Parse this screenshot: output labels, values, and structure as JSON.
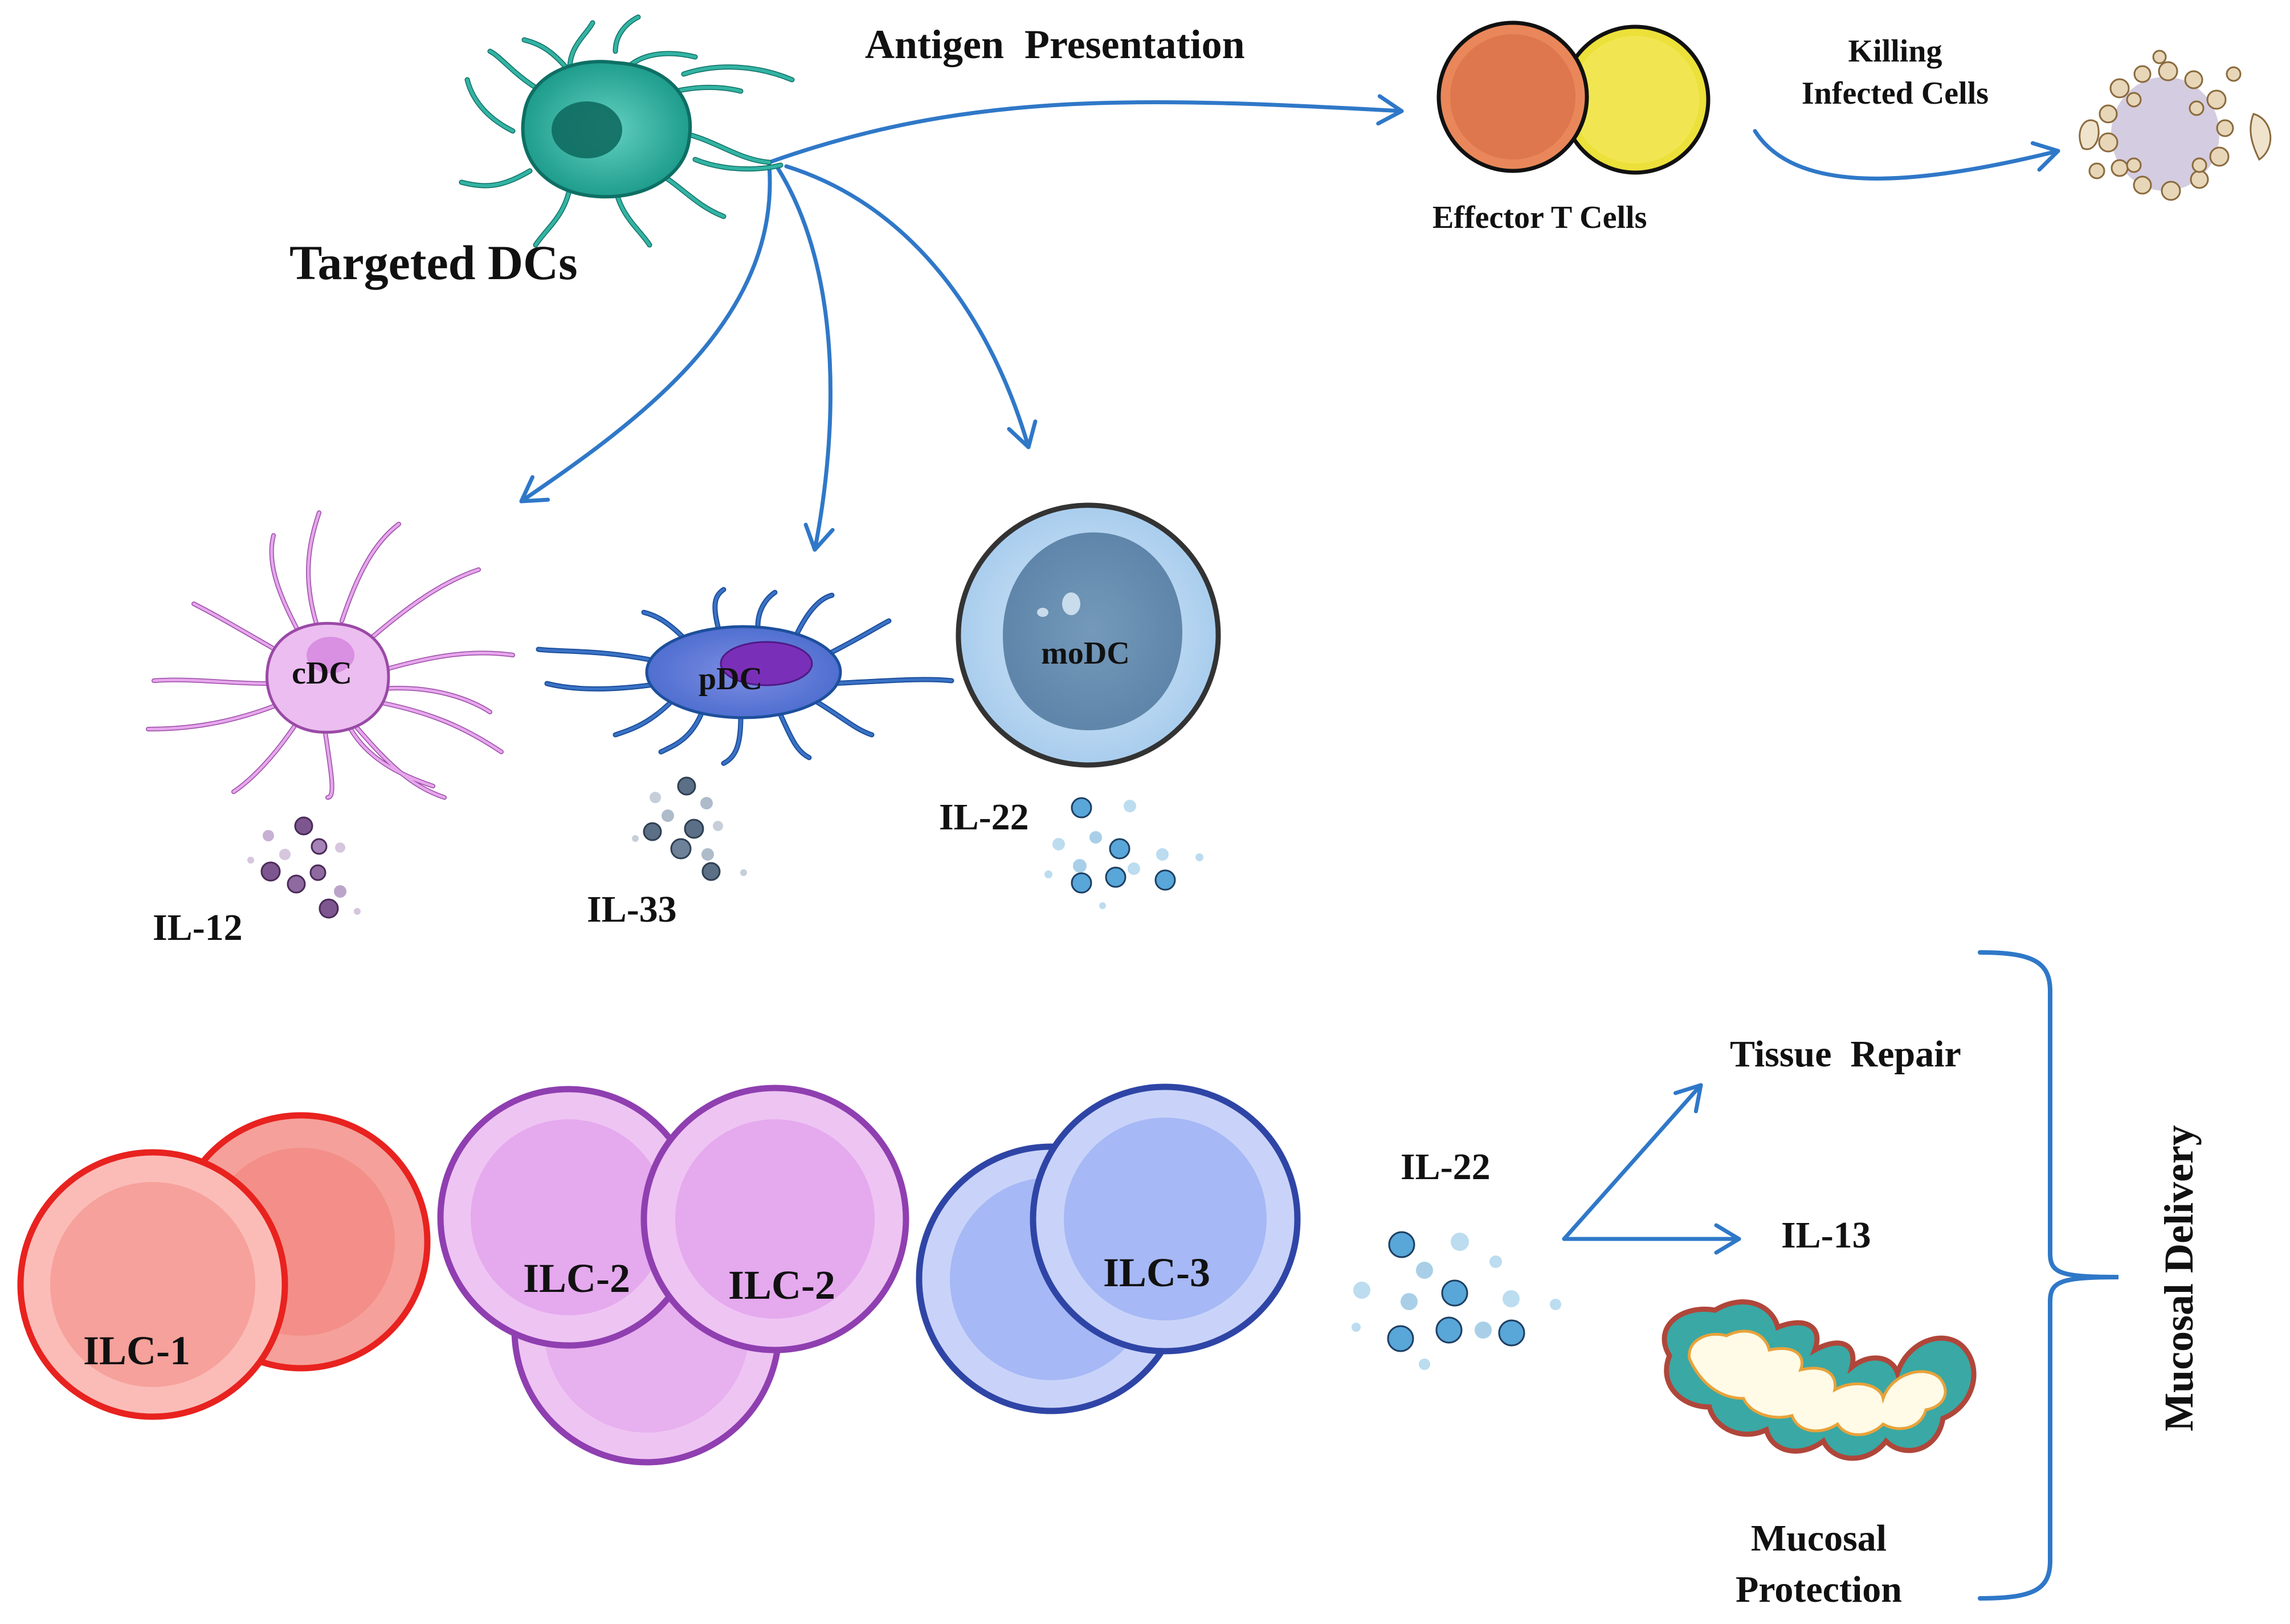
{
  "labels": {
    "targeted_dcs": "Targeted DCs",
    "antigen_presentation": "Antigen  Presentation",
    "effector_t_cells": "Effector T Cells",
    "killing_line1": "Killing",
    "killing_line2": "Infected Cells",
    "cdc": "cDC",
    "pdc": "pDC",
    "modc": "moDC",
    "il12": "IL-12",
    "il33": "IL-33",
    "il22_dc": "IL-22",
    "ilc1": "ILC-1",
    "ilc2_a": "ILC-2",
    "ilc2_b": "ILC-2",
    "ilc3": "ILC-3",
    "il22_ilc": "IL-22",
    "tissue_repair": "Tissue  Repair",
    "il13": "IL-13",
    "mucosal_protection_line1": "Mucosal",
    "mucosal_protection_line2": "Protection",
    "mucosal_delivery": "Mucosal Delivery"
  },
  "colors": {
    "arrow": "#2f78c8",
    "dc_teal": "#33b3a3",
    "cdc_pink": "#e6a6ec",
    "pdc_blue": "#3a72c6",
    "modc_blue": "#8fbbe0",
    "ilc1_red": "#e8221f",
    "ilc2_purple": "#8f3fb0",
    "ilc3_blue": "#2f45a6",
    "t_cell_orange": "#e9875a",
    "t_cell_yellow": "#ece03a"
  },
  "icons": {
    "targeted_dc": "dendritic-cell-icon",
    "effector_t": "t-cell-pair-icon",
    "infected_cell": "lysed-cell-icon",
    "cdc": "conventional-dc-icon",
    "pdc": "plasmacytoid-dc-icon",
    "modc": "monocyte-derived-dc-icon",
    "cytokine": "cytokine-dots-icon",
    "mucosa": "mucosal-tissue-icon"
  }
}
